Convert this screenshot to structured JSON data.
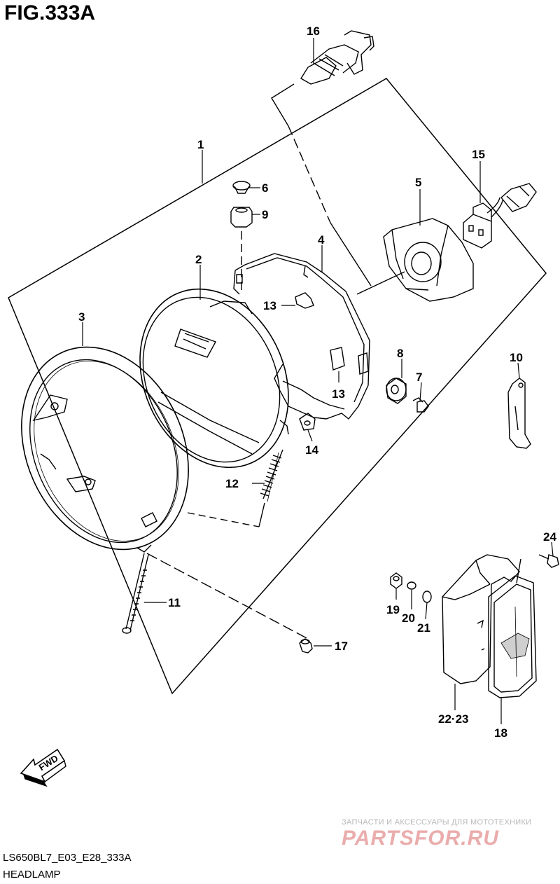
{
  "figure": {
    "title": "FIG.333A"
  },
  "footer": {
    "code": "LS650BL7_E03_E28_333A",
    "name": "HEADLAMP"
  },
  "watermark": {
    "tagline": "ЗАПЧАСТИ И АКСЕССУАРЫ ДЛЯ МОТОТЕХНИКИ",
    "brand": "PARTSFOR.RU"
  },
  "direction_marker": {
    "label": "FWD"
  },
  "callouts": {
    "c1": "1",
    "c2": "2",
    "c3": "3",
    "c4": "4",
    "c5": "5",
    "c6": "6",
    "c7": "7",
    "c8": "8",
    "c9": "9",
    "c10": "10",
    "c11": "11",
    "c12": "12",
    "c13a": "13",
    "c13b": "13",
    "c14": "14",
    "c15": "15",
    "c16": "16",
    "c17": "17",
    "c18": "18",
    "c19": "19",
    "c20": "20",
    "c21": "21",
    "c22_23": "22·23",
    "c24": "24"
  }
}
